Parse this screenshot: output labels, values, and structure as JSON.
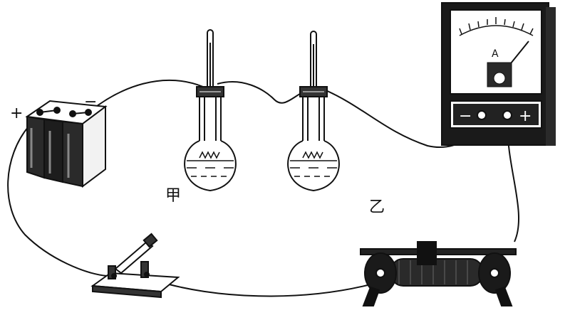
{
  "battery": {
    "plus_sign": "+",
    "minus_sign": "−"
  },
  "ammeter": {
    "unit_letter": "A",
    "minus_sign": "−",
    "plus_sign": "+"
  },
  "flasks": [
    {
      "label": "甲"
    },
    {
      "label": "乙"
    }
  ],
  "colors": {
    "ink": "#111111",
    "paper": "#ffffff",
    "meter_case": "#1a1a1a"
  }
}
